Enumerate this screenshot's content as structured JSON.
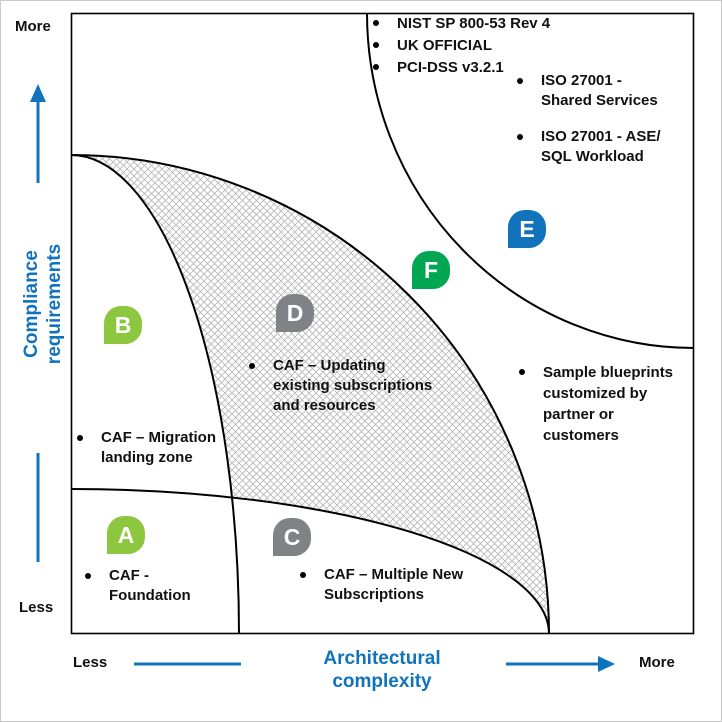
{
  "colors": {
    "accent_blue": "#1173bc",
    "badge_green_light": "#8dc63f",
    "badge_gray": "#808285",
    "badge_blue": "#1173bc",
    "badge_green": "#00a651",
    "curve_black": "#000000",
    "hatch_gray": "#b5b5b5"
  },
  "y_axis": {
    "top_label": "More",
    "bottom_label": "Less",
    "title_line1": "Compliance",
    "title_line2": "requirements"
  },
  "x_axis": {
    "left_label": "Less",
    "right_label": "More",
    "title_line1": "Architectural",
    "title_line2": "complexity"
  },
  "badges": {
    "a": "A",
    "b": "B",
    "c": "C",
    "d": "D",
    "e": "E",
    "f": "F"
  },
  "notes": {
    "compliance_list": {
      "items": [
        "NIST SP 800-53 Rev 4",
        "UK OFFICIAL",
        "PCI-DSS v3.2.1"
      ]
    },
    "iso_shared": {
      "line1": "ISO 27001 -",
      "line2": "Shared Services"
    },
    "iso_ase": {
      "line1": "ISO 27001 - ASE/",
      "line2": "SQL Workload"
    },
    "sample_blueprints": {
      "line1": "Sample blueprints",
      "line2": "customized by",
      "line3": "partner or",
      "line4": "customers"
    },
    "caf_updating": {
      "line1": "CAF – Updating",
      "line2": "existing subscriptions",
      "line3": "and resources"
    },
    "caf_migration": {
      "line1": "CAF – Migration",
      "line2": "landing zone"
    },
    "caf_foundation": {
      "line1": "CAF -",
      "line2": "Foundation"
    },
    "caf_multiple": {
      "line1": "CAF – Multiple New",
      "line2": "Subscriptions"
    }
  }
}
